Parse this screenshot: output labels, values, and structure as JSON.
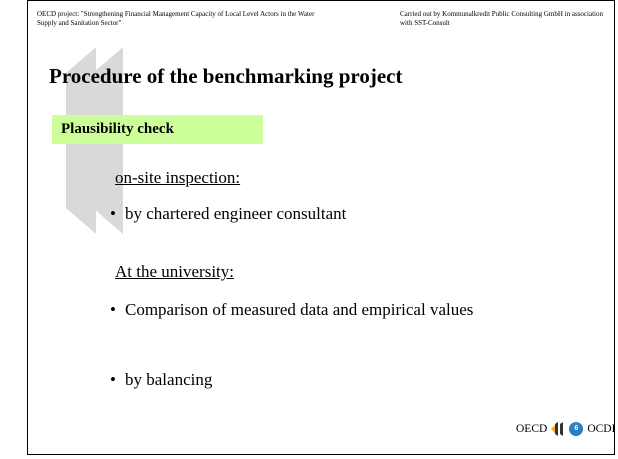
{
  "header": {
    "left_text": "OECD project: \"Strengthening Financial Management Capacity of Local Level Actors in the Water Supply and Sanitation Sector\"",
    "right_text": "Carried out by Kommunalkredit Public Consulting GmbH in association with SST-Consult"
  },
  "title": "Procedure of the benchmarking project",
  "highlight_box": "Plausibility check",
  "sections": [
    {
      "label": "on-site inspection:",
      "bullets": [
        "by chartered engineer consultant"
      ]
    },
    {
      "label": "At the university:",
      "bullets": [
        "Comparison of measured data and empirical values",
        "by balancing"
      ]
    }
  ],
  "bullet_symbol": "•",
  "footer": {
    "left_text": "OECD",
    "page_number": "6",
    "right_text": "OCDE",
    "logo_icon": "oecd-quote-logo-icon",
    "logo_color": "#333333",
    "page_badge_color": "#2f7fc0"
  },
  "colors": {
    "highlight_background": "#ccff99",
    "decoration": "#d9d9d9"
  }
}
